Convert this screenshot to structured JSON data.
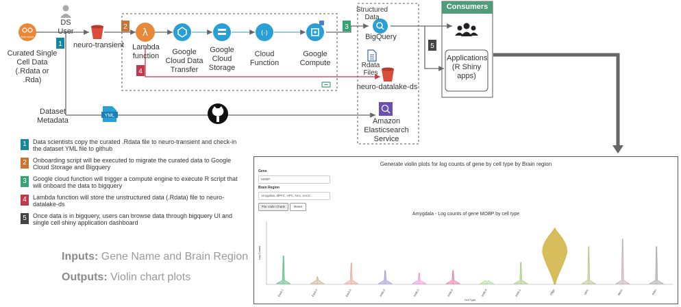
{
  "nodes": {
    "curated": {
      "label": "Curated Single Cell Data (.Rdata or .Rda)",
      "icon_text": "Data source"
    },
    "ds_user": {
      "label": "DS User"
    },
    "neuro_transient": {
      "label": "neuro-transient"
    },
    "lambda": {
      "label": "Lambda function"
    },
    "gcdt": {
      "label": "Google Cloud Data Transfer"
    },
    "gcs": {
      "label": "Google Cloud Storage"
    },
    "cloud_function": {
      "label": "Cloud Function"
    },
    "gce": {
      "label": "Google Compute"
    },
    "structured": {
      "label": "Structured Data"
    },
    "bigquery": {
      "label": "BigQuery"
    },
    "rdata_files": {
      "label": "Rdata Files"
    },
    "datalake": {
      "label": "neuro-datalake-ds"
    },
    "dataset_meta": {
      "label": "Dataset Metadata"
    },
    "yml": {
      "label": "YML"
    },
    "es": {
      "label": "Amazon Elasticsearch Service"
    },
    "consumers": {
      "label": "Consumers"
    },
    "applications": {
      "label": "Applications (R Shiny apps)"
    }
  },
  "step_badges": [
    "1",
    "2",
    "3",
    "4",
    "5"
  ],
  "colors": {
    "teal": "#17869a",
    "orange": "#c87533",
    "green": "#36a373",
    "red": "#c2384b",
    "dark": "#444444",
    "consumers": "#4e9c7a"
  },
  "legend": [
    {
      "num": "1",
      "text": "Data scientists copy the curated .Rdata file to neuro-transient  and check-in the dataset YML file to github",
      "color": "#17869a"
    },
    {
      "num": "2",
      "text": "Onboarding script will be executed to migrate the curated data to Google Cloud Storage and Bigquery",
      "color": "#c87533"
    },
    {
      "num": "3",
      "text": "Google cloud function will trigger a compute engine to execute R script that will onboard the data to bigquery",
      "color": "#36a373"
    },
    {
      "num": "4",
      "text": "Lambda function will store the unstructured data (.Rdata) file to neuro-datalake-ds",
      "color": "#c2384b"
    },
    {
      "num": "5",
      "text": "Once data is in bigquery, users can browse data through bigquery UI and single cell shiny application dashboard",
      "color": "#444444"
    }
  ],
  "io": {
    "inputs_label": "Inputs:",
    "inputs_value": "Gene Name and Brain Region",
    "outputs_label": "Outputs:",
    "outputs_value": "Violin chart plots"
  },
  "app": {
    "title": "Generate violin plots for log counts of gene by cell type by Brain region",
    "gene_label": "Gene",
    "gene_value": "MOBP",
    "region_label": "Brain Region",
    "region_value": "Amygdala, dlPFC, HPC, NAc, sACC",
    "plot_button": "Plot Violin Charts",
    "reset_button": "Reset"
  },
  "chart_data": {
    "type": "violin",
    "title": "Amygdala - Log counts of gene MOBP by cell type",
    "xlabel": "Cell Type",
    "ylabel": "Log Counts",
    "categories": [
      "Excit.1",
      "Excit.3",
      "Excit.2",
      "Inhib.2",
      "Inhib.3",
      "Inhib.5",
      "Inhib.4",
      "Inhib.1",
      "Oligo",
      "OPC",
      "Micro",
      "Astro"
    ],
    "max_values": [
      0.45,
      0.12,
      0.34,
      0.22,
      0.18,
      0.22,
      0.02,
      0.35,
      0.9,
      0.6,
      0.72,
      0.6
    ],
    "colors": [
      "#3cb371",
      "#c9a77a",
      "#e59a8a",
      "#9b86d8",
      "#e887d8",
      "#e8639a",
      "#a8d88a",
      "#9bc470",
      "#d4b64a",
      "#b8b87a",
      "#b9a4a4",
      "#9c9c9c"
    ]
  }
}
